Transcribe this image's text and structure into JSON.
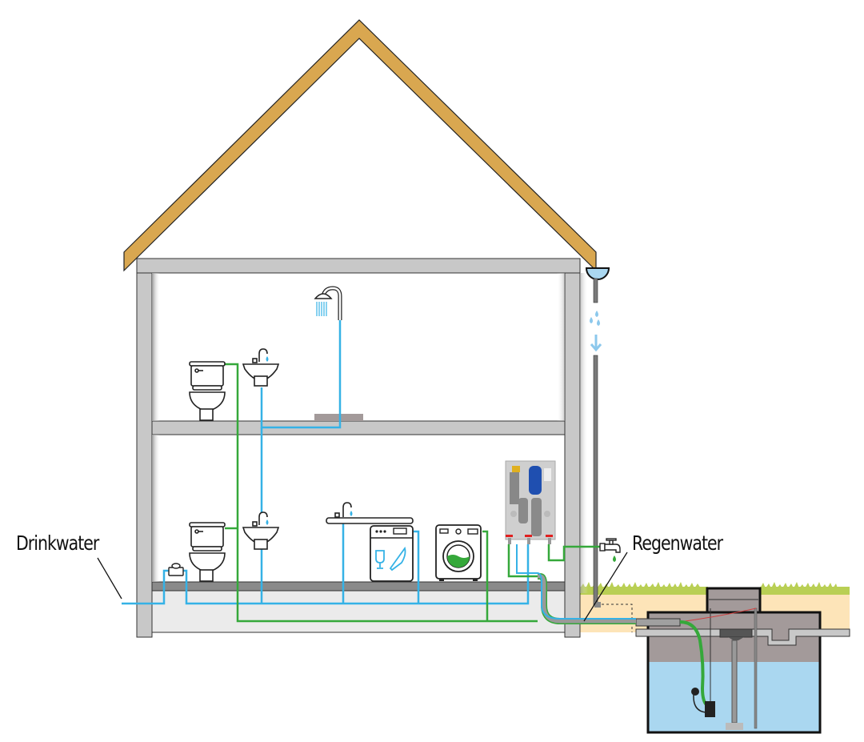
{
  "diagram": {
    "title": "Rainwater harvesting system in a house",
    "labels": {
      "drinking_water": "Drinkwater",
      "rain_water": "Regenwater"
    },
    "colors": {
      "roof": "#d9a750",
      "wall": "#c8c8c8",
      "slab": "#e8e8e8",
      "drinking_pipe": "#35b2e6",
      "rain_pipe": "#35a83a",
      "soil": "#fde4b8",
      "grass": "#b9cf54",
      "tank_air": "#a39a9a",
      "tank_water": "#aad7f0",
      "downpipe": "#7a7a7a"
    },
    "fixtures": [
      {
        "name": "toilet-upper",
        "supply": "rain_water"
      },
      {
        "name": "washbasin-upper",
        "supply": "drinking_water"
      },
      {
        "name": "shower",
        "supply": "drinking_water"
      },
      {
        "name": "toilet-lower",
        "supply": "rain_water"
      },
      {
        "name": "washbasin-lower",
        "supply": "drinking_water"
      },
      {
        "name": "kitchen-sink",
        "supply": "drinking_water"
      },
      {
        "name": "dishwasher",
        "supply": "drinking_water"
      },
      {
        "name": "washing-machine",
        "supply": "rain_water"
      },
      {
        "name": "outdoor-tap",
        "supply": "rain_water"
      },
      {
        "name": "water-meter",
        "supply": "drinking_water"
      },
      {
        "name": "rainwater-pump-unit",
        "supply": "rain_water"
      },
      {
        "name": "underground-tank",
        "supply": "rain_water"
      }
    ]
  }
}
